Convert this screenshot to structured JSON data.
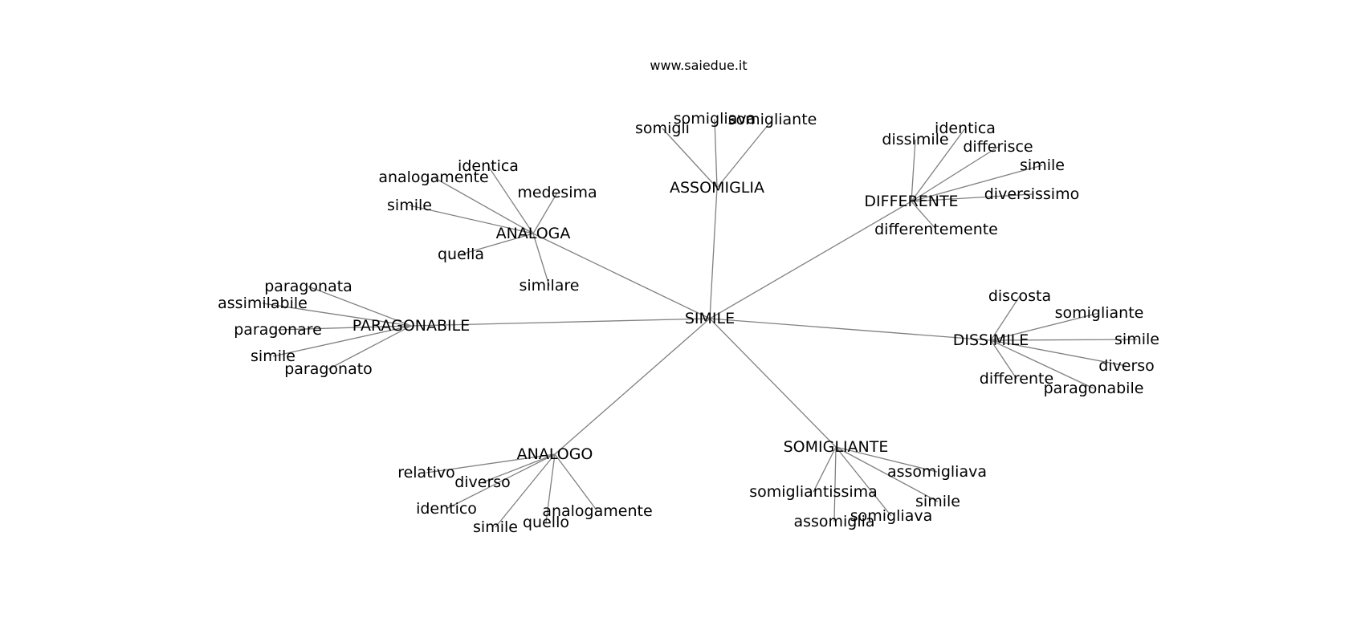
{
  "title": "www.saiedue.it",
  "graph": {
    "root": "SIMILE",
    "hubs": [
      {
        "id": "ASSOMIGLIA",
        "label": "ASSOMIGLIA",
        "leaves": [
          "somigli",
          "somigliava",
          "somigliante"
        ]
      },
      {
        "id": "DIFFERENTE",
        "label": "DIFFERENTE",
        "leaves": [
          "dissimile",
          "identica",
          "differisce",
          "simile",
          "diversissimo",
          "differentemente"
        ]
      },
      {
        "id": "ANALOGA",
        "label": "ANALOGA",
        "leaves": [
          "identica",
          "analogamente",
          "medesima",
          "simile",
          "quella",
          "similare"
        ]
      },
      {
        "id": "PARAGONABILE",
        "label": "PARAGONABILE",
        "leaves": [
          "paragonata",
          "assimilabile",
          "paragonare",
          "simile",
          "paragonato"
        ]
      },
      {
        "id": "DISSIMILE",
        "label": "DISSIMILE",
        "leaves": [
          "discosta",
          "somigliante",
          "simile",
          "diverso",
          "differente",
          "paragonabile"
        ]
      },
      {
        "id": "ANALOGO",
        "label": "ANALOGO",
        "leaves": [
          "relativo",
          "diverso",
          "identico",
          "simile",
          "quello",
          "analogamente"
        ]
      },
      {
        "id": "SOMIGLIANTE",
        "label": "SOMIGLIANTE",
        "leaves": [
          "somigliantissima",
          "assomiglia",
          "somigliava",
          "assomigliava",
          "simile"
        ]
      }
    ]
  }
}
